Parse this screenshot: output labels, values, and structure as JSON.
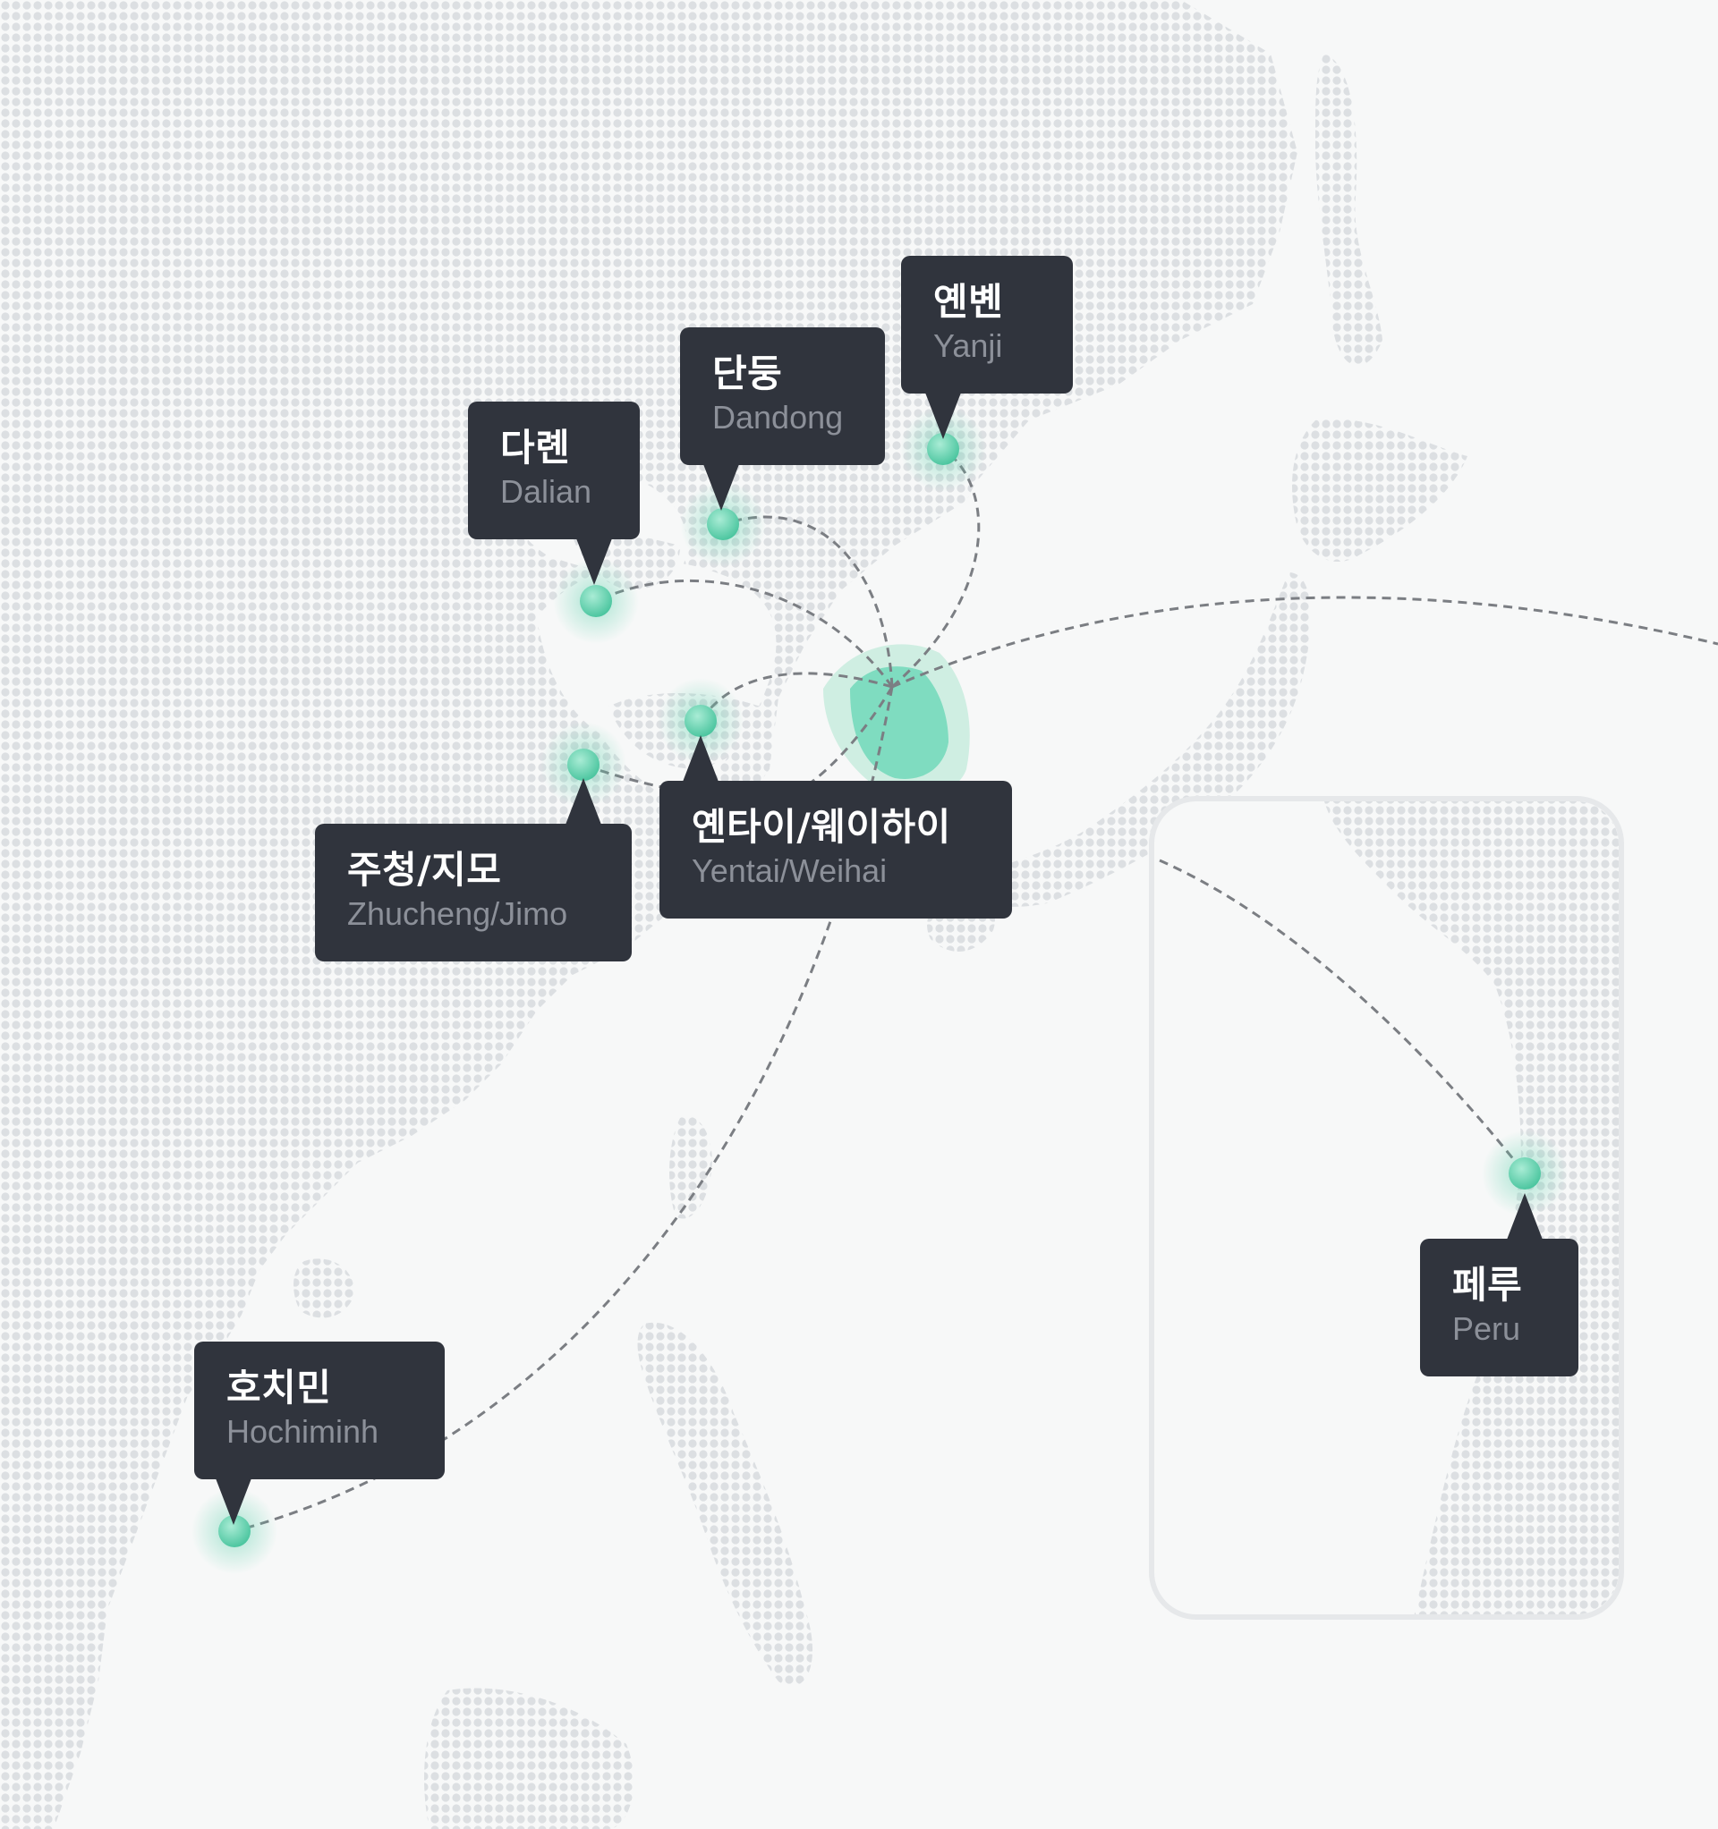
{
  "colors": {
    "background": "#f7f8f8",
    "land_dots": "#dcdfe2",
    "korea": "#7fdcc0",
    "marker": "#5fd1ad",
    "route": "#7b7e83",
    "callout_bg": "#30343d",
    "callout_title": "#ffffff",
    "callout_subtitle": "#8c9099",
    "inset_border": "#e6e8ea"
  },
  "routes_origin": "korea",
  "locations": [
    {
      "id": "yanji",
      "name_ko": "옌볜",
      "name_en": "Yanji"
    },
    {
      "id": "dandong",
      "name_ko": "단둥",
      "name_en": "Dandong"
    },
    {
      "id": "dalian",
      "name_ko": "다롄",
      "name_en": "Dalian"
    },
    {
      "id": "yentai",
      "name_ko": "옌타이/웨이하이",
      "name_en": "Yentai/Weihai"
    },
    {
      "id": "zhucheng",
      "name_ko": "주청/지모",
      "name_en": "Zhucheng/Jimo"
    },
    {
      "id": "hochiminh",
      "name_ko": "호치민",
      "name_en": "Hochiminh"
    },
    {
      "id": "peru",
      "name_ko": "페루",
      "name_en": "Peru"
    }
  ],
  "inset": {
    "contains": "peru",
    "icon": "inset-frame"
  }
}
